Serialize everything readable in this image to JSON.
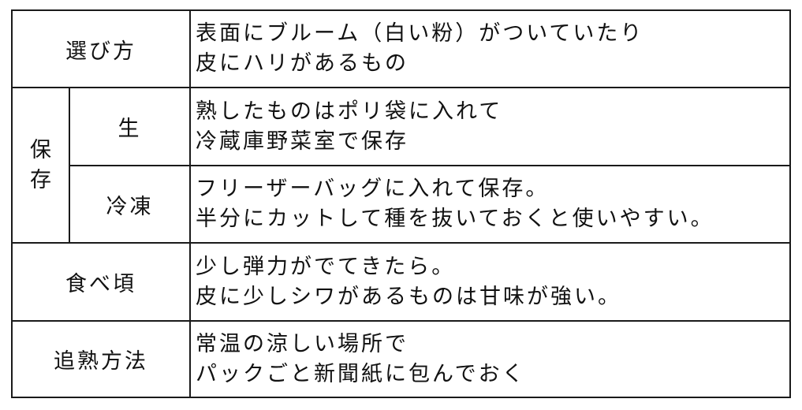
{
  "rows": [
    {
      "label": "選び方",
      "lines": [
        "表面にブルーム（白い粉）がついていたり",
        "皮にハリがあるもの"
      ]
    },
    {
      "group_label_chars": [
        "保",
        "存"
      ],
      "sub_rows": [
        {
          "label": "生",
          "lines": [
            "熟したものはポリ袋に入れて",
            "冷蔵庫野菜室で保存"
          ]
        },
        {
          "label": "冷凍",
          "lines": [
            "フリーザーバッグに入れて保存。",
            "半分にカットして種を抜いておくと使いやすい。"
          ]
        }
      ]
    },
    {
      "label": "食べ頃",
      "lines": [
        "少し弾力がでてきたら。",
        "皮に少しシワがあるものは甘味が強い。"
      ]
    },
    {
      "label": "追熟方法",
      "lines": [
        "常温の涼しい場所で",
        "パックごと新聞紙に包んでおく"
      ]
    }
  ]
}
